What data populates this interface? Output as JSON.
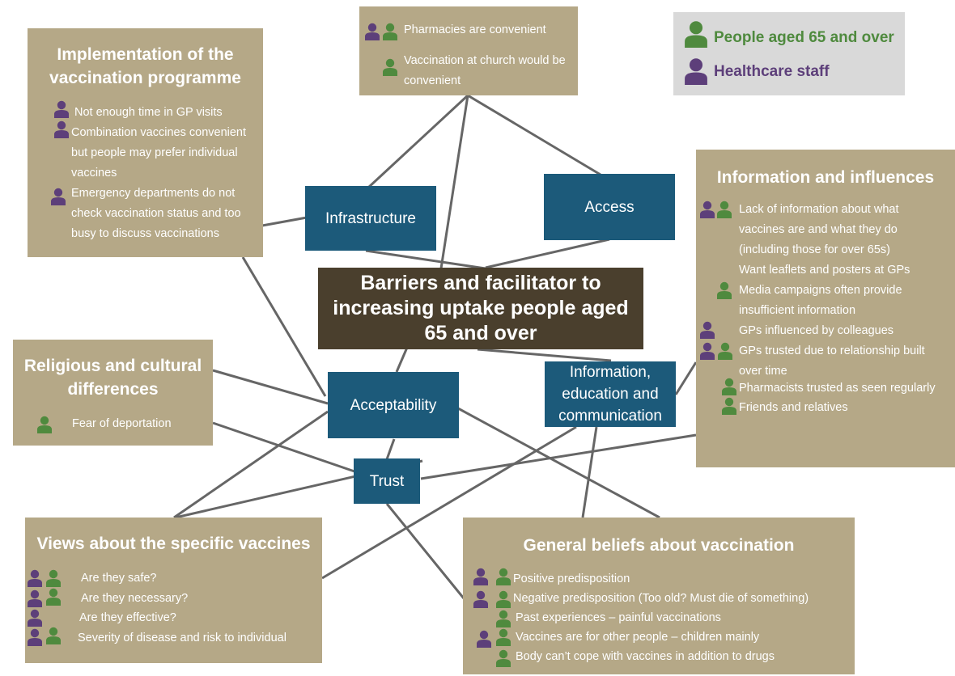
{
  "colors": {
    "older": "#4f8a3e",
    "staff": "#5d3f7a",
    "box": "#b5a887",
    "node": "#1c5a7a",
    "center": "#4a3f2d",
    "line": "#666666"
  },
  "legend": {
    "older": "People aged 65 and over",
    "staff": "Healthcare staff"
  },
  "center": {
    "title": "Barriers and facilitator to increasing uptake people aged 65 and over"
  },
  "nodes": {
    "infrastructure": "Infrastructure",
    "access": "Access",
    "acceptability": "Acceptability",
    "iec": "Information, education and communication",
    "trust": "Trust"
  },
  "pharmacies": {
    "items": [
      "Pharmacies are convenient",
      "Vaccination at church would be convenient"
    ]
  },
  "implementation": {
    "title": "Implementation of the vaccination programme",
    "items": [
      "Not enough time in GP visits",
      "Combination vaccines convenient but people may prefer individual vaccines",
      "Emergency departments do not check vaccination status  and too busy to discuss vaccinations"
    ]
  },
  "information": {
    "title": "Information and influences",
    "items": [
      "Lack of information about what vaccines are and what they do (including those for over 65s)",
      "Want leaflets and posters at GPs",
      "Media campaigns often provide insufficient information",
      "GPs influenced by colleagues",
      "GPs trusted due to relationship built over time",
      "Pharmacists trusted as seen regularly",
      "Friends and relatives"
    ]
  },
  "religious": {
    "title": "Religious and cultural differences",
    "items": [
      "Fear of deportation"
    ]
  },
  "views": {
    "title": "Views about the specific vaccines",
    "items": [
      "Are they safe?",
      "Are they  necessary?",
      "Are they effective?",
      "Severity  of disease and risk to individual"
    ]
  },
  "beliefs": {
    "title": "General beliefs about vaccination",
    "items": [
      "Positive predisposition",
      "Negative predisposition (Too old? Must die of something)",
      "Past experiences – painful vaccinations",
      "Vaccines are for other people – children mainly",
      "Body can’t cope with vaccines in addition to drugs"
    ]
  }
}
